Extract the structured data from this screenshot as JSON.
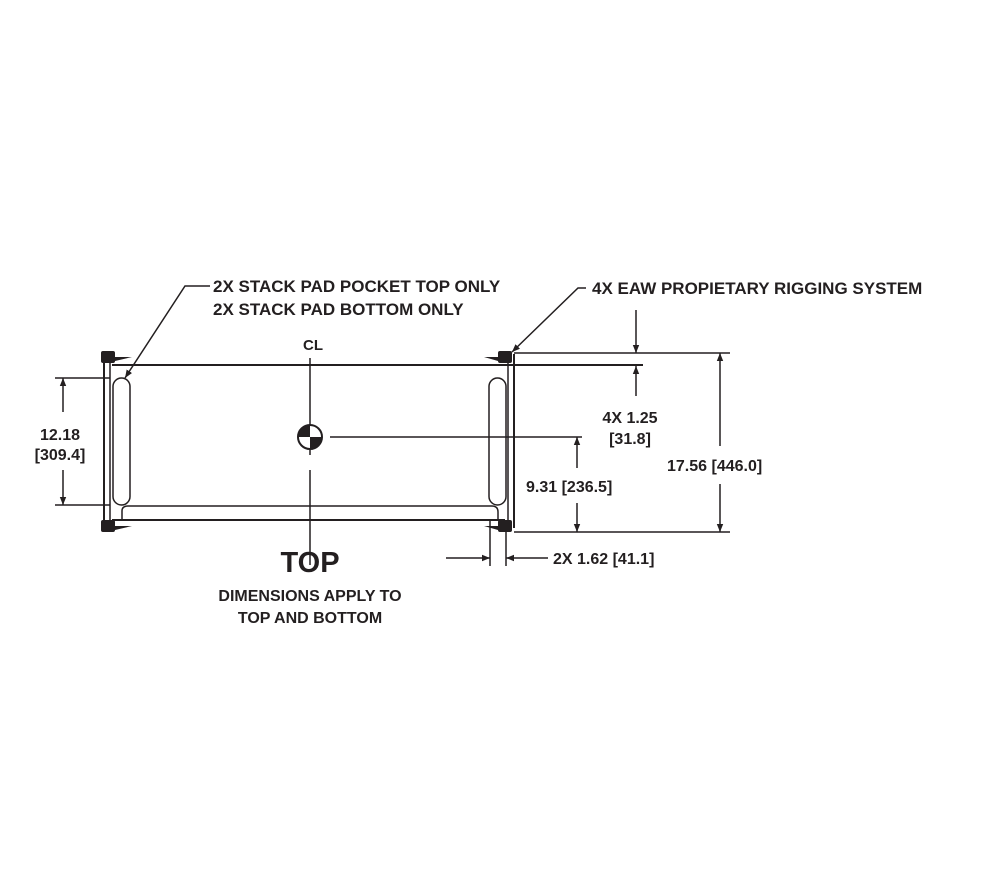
{
  "callouts": {
    "stack_pad_line1": "2X STACK PAD POCKET TOP ONLY",
    "stack_pad_line2": "2X STACK PAD BOTTOM ONLY",
    "rigging": "4X EAW PROPIETARY RIGGING SYSTEM",
    "centerline": "CL"
  },
  "dimensions": {
    "pad_length_in": "12.18",
    "pad_length_mm": "[309.4]",
    "rigging_offset_in": "4X 1.25",
    "rigging_offset_mm": "[31.8]",
    "cg_height": "9.31 [236.5]",
    "depth": "17.56 [446.0]",
    "side_inset": "2X 1.62  [41.1]"
  },
  "view": {
    "title": "TOP",
    "note_line1": "DIMENSIONS APPLY TO",
    "note_line2": "TOP AND BOTTOM"
  },
  "colors": {
    "ink": "#231f20",
    "background": "#ffffff"
  }
}
